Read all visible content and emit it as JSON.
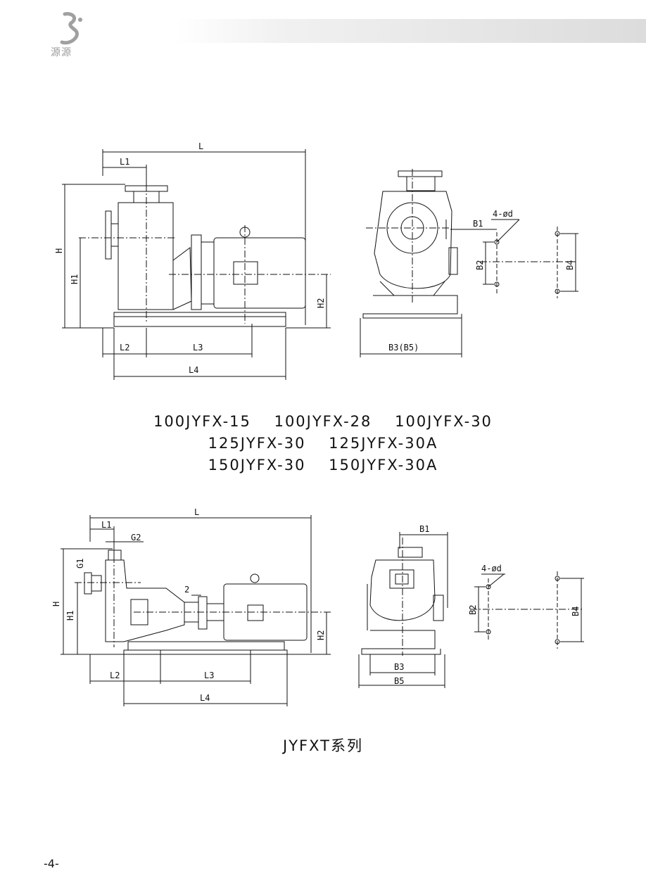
{
  "logo": {
    "text": "源源"
  },
  "diagram1": {
    "labels": {
      "L": "L",
      "L1": "L1",
      "L2": "L2",
      "L3": "L3",
      "L4": "L4",
      "H": "H",
      "H1": "H1",
      "H2": "H2",
      "B1": "B1",
      "B2": "B2",
      "B3": "B3(B5)",
      "B4": "B4",
      "hole": "4-ød"
    }
  },
  "models": {
    "row1": [
      "100JYFX-15",
      "100JYFX-28",
      "100JYFX-30"
    ],
    "row2": [
      "125JYFX-30",
      "125JYFX-30A"
    ],
    "row3": [
      "150JYFX-30",
      "150JYFX-30A"
    ]
  },
  "diagram2": {
    "labels": {
      "L": "L",
      "L1": "L1",
      "G2": "G2",
      "G1": "G1",
      "two": "2",
      "H": "H",
      "H1": "H1",
      "H2": "H2",
      "L2": "L2",
      "L3": "L3",
      "L4": "L4",
      "B1": "B1",
      "B2": "B2",
      "B3": "B3",
      "B4": "B4",
      "B5": "B5",
      "hole": "4-ød"
    }
  },
  "series_title": "JYFXT系列",
  "page_number": "-4-"
}
